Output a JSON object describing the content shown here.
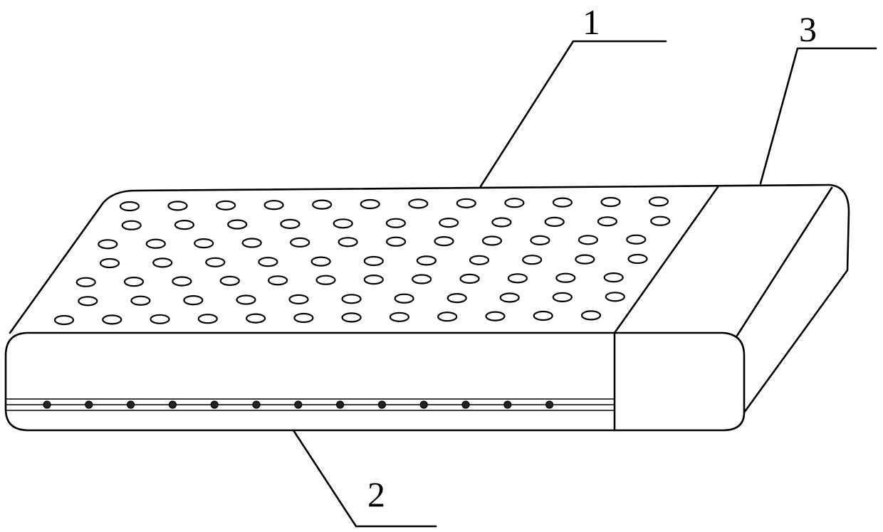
{
  "labels": {
    "part1": "1",
    "part2": "2",
    "part3": "3"
  },
  "colors": {
    "line": "#000000",
    "background": "#ffffff"
  }
}
